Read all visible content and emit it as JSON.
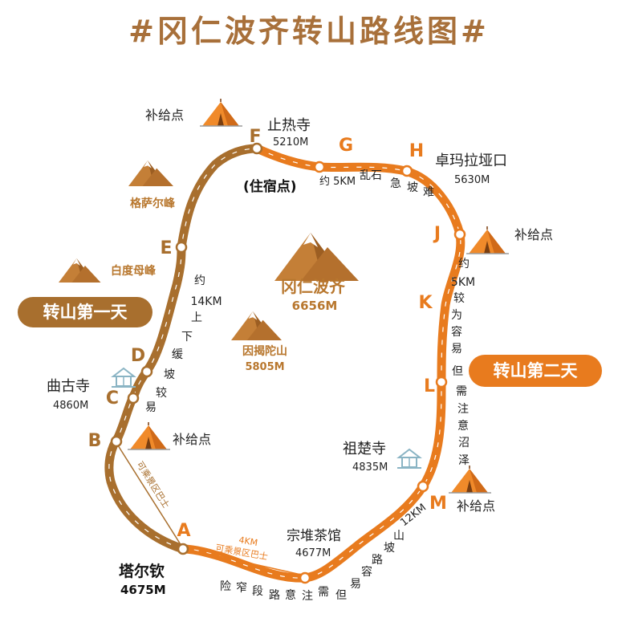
{
  "title": "#冈仁波齐转山路线图#",
  "colors": {
    "day1": "#a86f2e",
    "day2": "#e87b1e",
    "tent": "#f08a2a",
    "peak": "#b8772e"
  },
  "banners": {
    "day1": "转山第一天",
    "day2": "转山第二天"
  },
  "peaks": {
    "main": {
      "name": "冈仁波齐",
      "elevation": "6656M"
    },
    "yinjietuo": {
      "name": "因揭陀山",
      "elevation": "5805M"
    },
    "gesaer": {
      "name": "格萨尔峰"
    },
    "baidumu": {
      "name": "白度母峰"
    }
  },
  "waypoints": {
    "A": "A",
    "B": "B",
    "C": "C",
    "D": "D",
    "E": "E",
    "F": "F",
    "G": "G",
    "H": "H",
    "J": "J",
    "K": "K",
    "L": "L",
    "M": "M"
  },
  "places": {
    "start": {
      "name": "塔尔钦",
      "elevation": "4675M"
    },
    "qugu": {
      "name": "曲古寺",
      "elevation": "4860M"
    },
    "shangre": {
      "name": "止热寺",
      "elevation": "5210M",
      "note": "(住宿点)"
    },
    "zhuomala": {
      "name": "卓玛拉垭口",
      "elevation": "5630M"
    },
    "zuchu": {
      "name": "祖楚寺",
      "elevation": "4835M"
    },
    "zongdui": {
      "name": "宗堆茶馆",
      "elevation": "4677M"
    }
  },
  "supply": "补给点",
  "bus": {
    "bus_route": "可乘景区巴士",
    "distance": "4KM"
  },
  "notes": {
    "left_climb": [
      "约",
      "14KM",
      "上",
      "下",
      "缓",
      "坡",
      "较",
      "易"
    ],
    "gh": {
      "distance": "约 5KM",
      "terrain": "乱石",
      "steep": [
        "急",
        "坡",
        "难"
      ]
    },
    "right_climb": [
      "约",
      "5KM",
      "较",
      "为",
      "容",
      "易",
      "但",
      "需",
      "注",
      "意",
      "沼",
      "泽"
    ],
    "bottom_km": "12KM",
    "bottom_slope": [
      "山",
      "坡",
      "路",
      "容",
      "易"
    ],
    "bottom_path": [
      "但",
      "需",
      "注",
      "意",
      "路",
      "段",
      "窄",
      "险"
    ]
  }
}
